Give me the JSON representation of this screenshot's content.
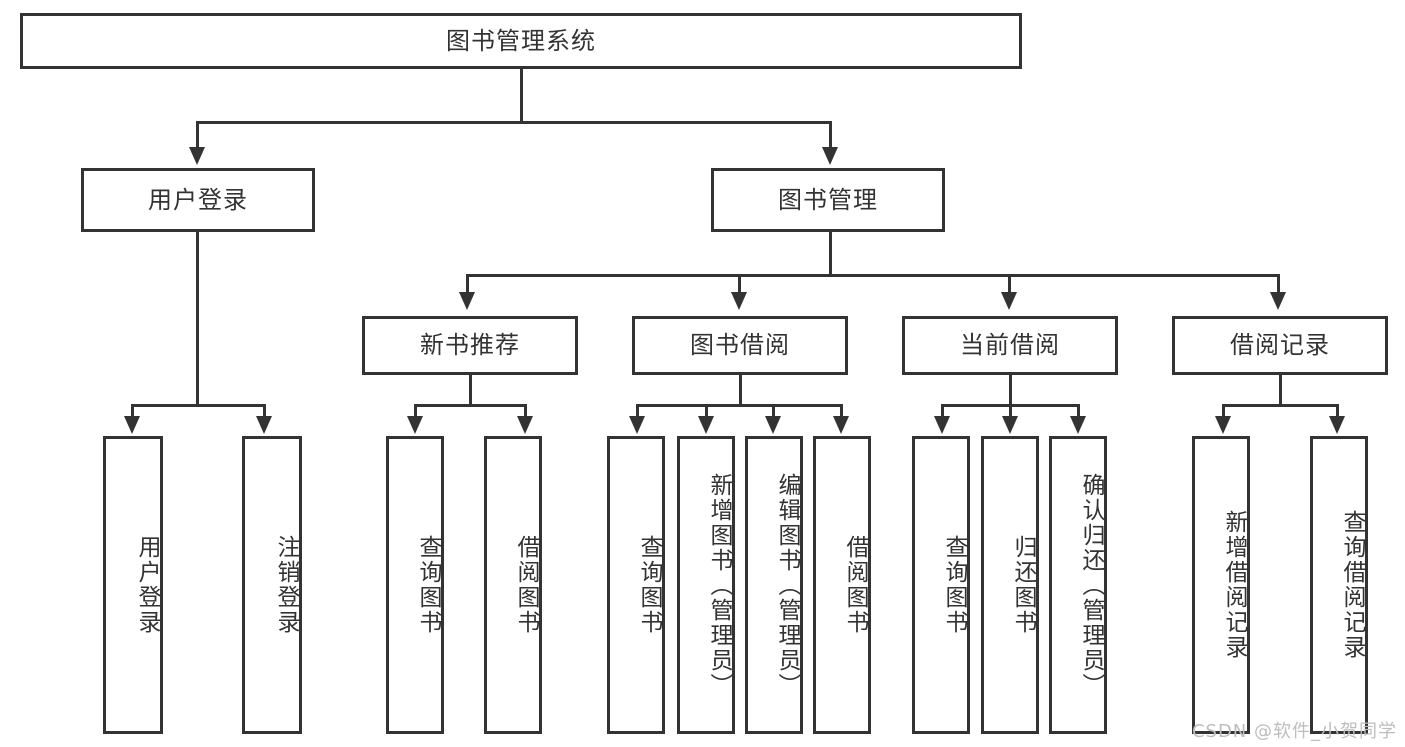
{
  "diagram": {
    "type": "tree-hierarchy",
    "title": "图书管理系统",
    "watermark": "CSDN @软件_小贺同学",
    "colors": {
      "stroke": "#333333",
      "fill": "#ffffff",
      "text": "#333333",
      "watermark": "#bdbdbd"
    },
    "root": {
      "label": "图书管理系统"
    },
    "level2": [
      {
        "label": "用户登录"
      },
      {
        "label": "图书管理"
      }
    ],
    "level3": [
      {
        "label": "新书推荐"
      },
      {
        "label": "图书借阅"
      },
      {
        "label": "当前借阅"
      },
      {
        "label": "借阅记录"
      }
    ],
    "leaves": {
      "user_login": [
        {
          "label": "用户登录"
        },
        {
          "label": "注销登录"
        }
      ],
      "new_book": [
        {
          "label": "查询图书"
        },
        {
          "label": "借阅图书"
        }
      ],
      "book_borrow": [
        {
          "label": "查询图书"
        },
        {
          "label": "新增图书（管理员）"
        },
        {
          "label": "编辑图书（管理员）"
        },
        {
          "label": "借阅图书"
        }
      ],
      "current_borrow": [
        {
          "label": "查询图书"
        },
        {
          "label": "归还图书"
        },
        {
          "label": "确认归还（管理员）"
        }
      ],
      "borrow_record": [
        {
          "label": "新增借阅记录"
        },
        {
          "label": "查询借阅记录"
        }
      ]
    }
  }
}
